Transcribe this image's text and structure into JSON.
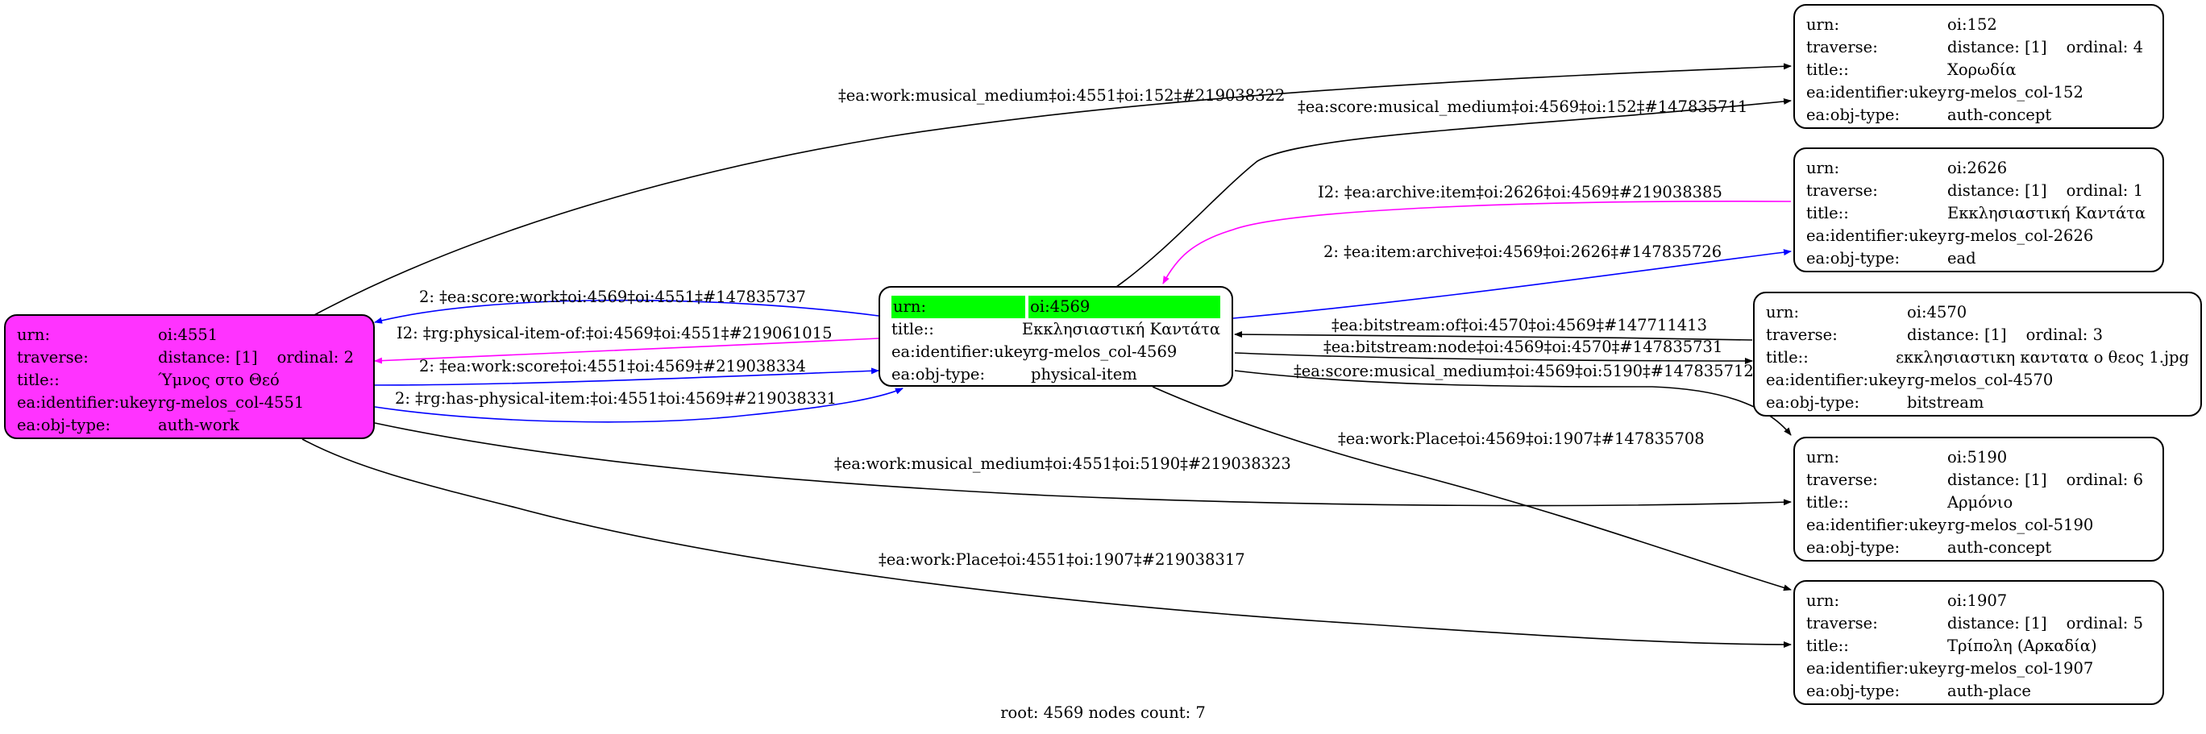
{
  "nodes": {
    "n4551": {
      "urn": "oi:4551",
      "distance": "distance: [1]",
      "ordinal": "ordinal: 2",
      "title": "Ύμνος στο Θεό",
      "ukey": "rg-melos_col-4551",
      "objtype": "auth-work"
    },
    "n4569": {
      "urn": "oi:4569",
      "title": "Εκκλησιαστική Καντάτα",
      "ukey": "rg-melos_col-4569",
      "objtype": "physical-item"
    },
    "n152": {
      "urn": "oi:152",
      "distance": "distance: [1]",
      "ordinal": "ordinal: 4",
      "title": "Χορωδία",
      "ukey": "rg-melos_col-152",
      "objtype": "auth-concept"
    },
    "n2626": {
      "urn": "oi:2626",
      "distance": "distance: [1]",
      "ordinal": "ordinal: 1",
      "title": "Εκκλησιαστική Καντάτα",
      "ukey": "rg-melos_col-2626",
      "objtype": "ead"
    },
    "n4570": {
      "urn": "oi:4570",
      "distance": "distance: [1]",
      "ordinal": "ordinal: 3",
      "title": "εκκλησιαστικη καντατα ο θεος 1.jpg",
      "ukey": "rg-melos_col-4570",
      "objtype": "bitstream"
    },
    "n5190": {
      "urn": "oi:5190",
      "distance": "distance: [1]",
      "ordinal": "ordinal: 6",
      "title": "Αρμόνιο",
      "ukey": "rg-melos_col-5190",
      "objtype": "auth-concept"
    },
    "n1907": {
      "urn": "oi:1907",
      "distance": "distance: [1]",
      "ordinal": "ordinal: 5",
      "title": "Τρίπολη (Αρκαδία)",
      "ukey": "rg-melos_col-1907",
      "objtype": "auth-place"
    }
  },
  "keys": {
    "urn": "urn:",
    "traverse": "traverse:",
    "title": "title::",
    "ukey": "ea:identifier:ukey",
    "objtype": "ea:obj-type:"
  },
  "edges": [
    {
      "id": "e1",
      "label": "‡ea:work:musical_medium‡oi:4551‡oi:152‡#219038322",
      "color": "#000000"
    },
    {
      "id": "e2",
      "label": "‡ea:score:musical_medium‡oi:4569‡oi:152‡#147835711",
      "color": "#000000"
    },
    {
      "id": "e3",
      "label": "I2: ‡ea:archive:item‡oi:2626‡oi:4569‡#219038385",
      "color": "#ff00ff"
    },
    {
      "id": "e4",
      "label": "2: ‡ea:item:archive‡oi:4569‡oi:2626‡#147835726",
      "color": "#0000ff"
    },
    {
      "id": "e5",
      "label": "2: ‡ea:score:work‡oi:4569‡oi:4551‡#147835737",
      "color": "#0000ff"
    },
    {
      "id": "e6",
      "label": "I2: ‡rg:physical-item-of:‡oi:4569‡oi:4551‡#219061015",
      "color": "#ff00ff"
    },
    {
      "id": "e7",
      "label": "2: ‡ea:work:score‡oi:4551‡oi:4569‡#219038334",
      "color": "#0000ff"
    },
    {
      "id": "e8",
      "label": "2: ‡rg:has-physical-item:‡oi:4551‡oi:4569‡#219038331",
      "color": "#0000ff"
    },
    {
      "id": "e9",
      "label": "‡ea:bitstream:of‡oi:4570‡oi:4569‡#147711413",
      "color": "#000000"
    },
    {
      "id": "e10",
      "label": "‡ea:bitstream:node‡oi:4569‡oi:4570‡#147835731",
      "color": "#000000"
    },
    {
      "id": "e11",
      "label": "‡ea:score:musical_medium‡oi:4569‡oi:5190‡#147835712",
      "color": "#000000"
    },
    {
      "id": "e12",
      "label": "‡ea:work:Place‡oi:4569‡oi:1907‡#147835708",
      "color": "#000000"
    },
    {
      "id": "e13",
      "label": "‡ea:work:musical_medium‡oi:4551‡oi:5190‡#219038323",
      "color": "#000000"
    },
    {
      "id": "e14",
      "label": "‡ea:work:Place‡oi:4551‡oi:1907‡#219038317",
      "color": "#000000"
    }
  ],
  "colors": {
    "work_fill": "#ff33ff",
    "highlight": "#00ff00",
    "blue": "#0000ff",
    "magenta": "#ff00ff"
  },
  "footer": "root: 4569 nodes count: 7"
}
